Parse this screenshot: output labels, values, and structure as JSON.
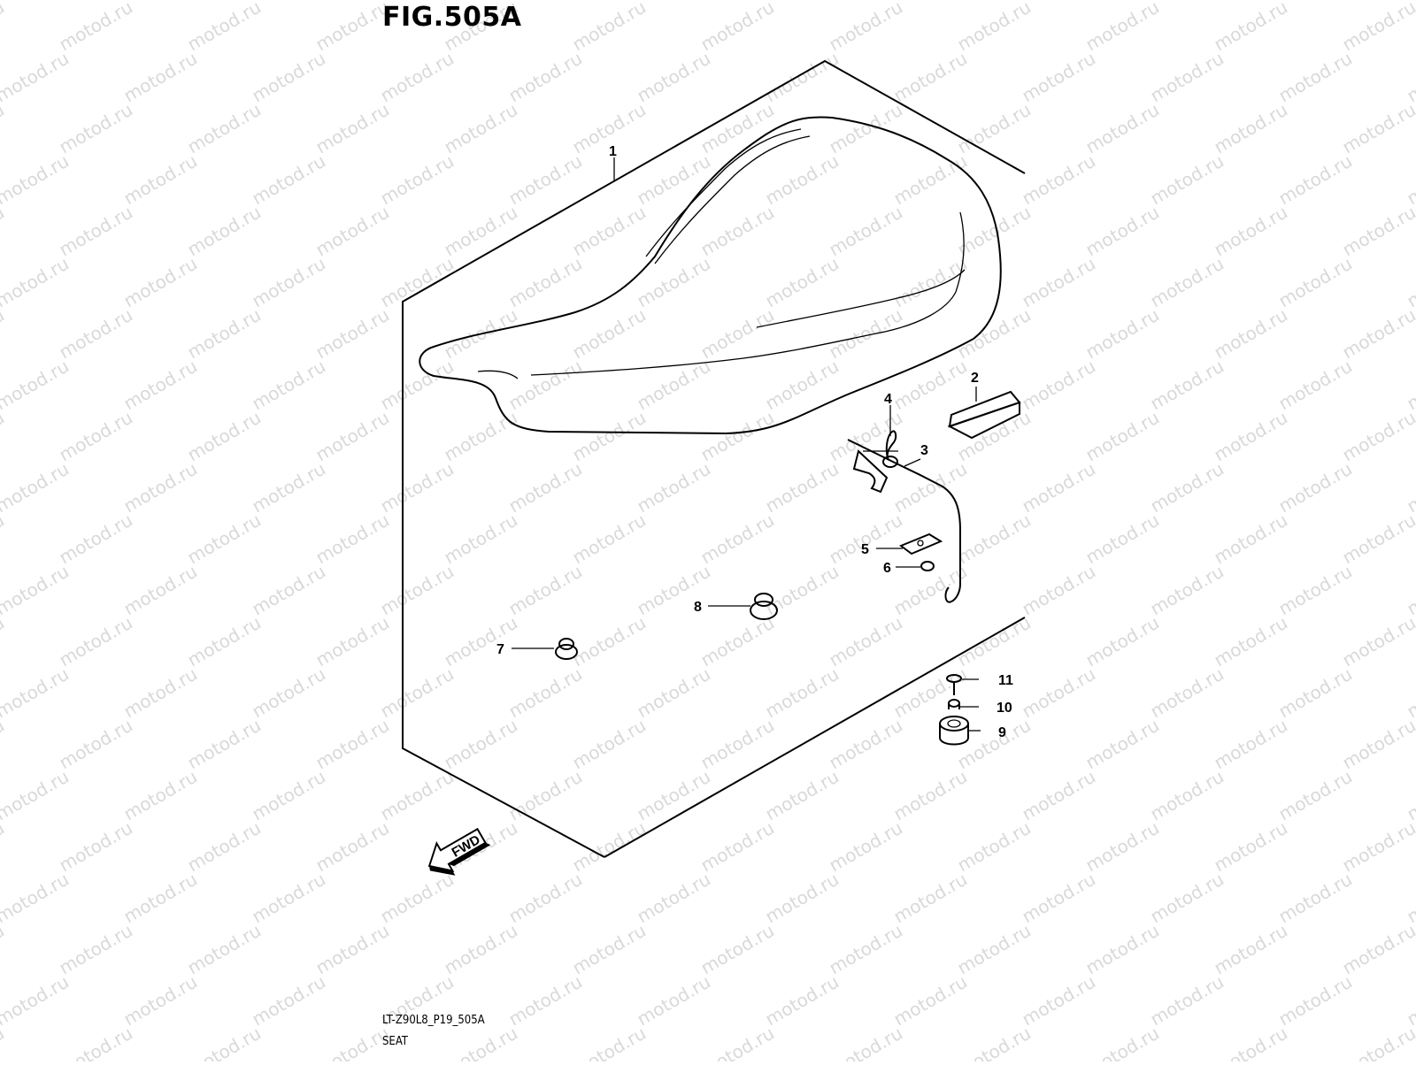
{
  "figure_title": "FIG.505A",
  "footer_code": "LT-Z90L8_P19_505A",
  "footer_name": "SEAT",
  "watermark_text": "motod.ru",
  "fwd_label": "FWD",
  "callouts": [
    "1",
    "2",
    "3",
    "4",
    "5",
    "6",
    "7",
    "8",
    "9",
    "10",
    "11"
  ],
  "colors": {
    "line": "#000000",
    "watermark": "#d9d9d9",
    "background": "#ffffff"
  }
}
